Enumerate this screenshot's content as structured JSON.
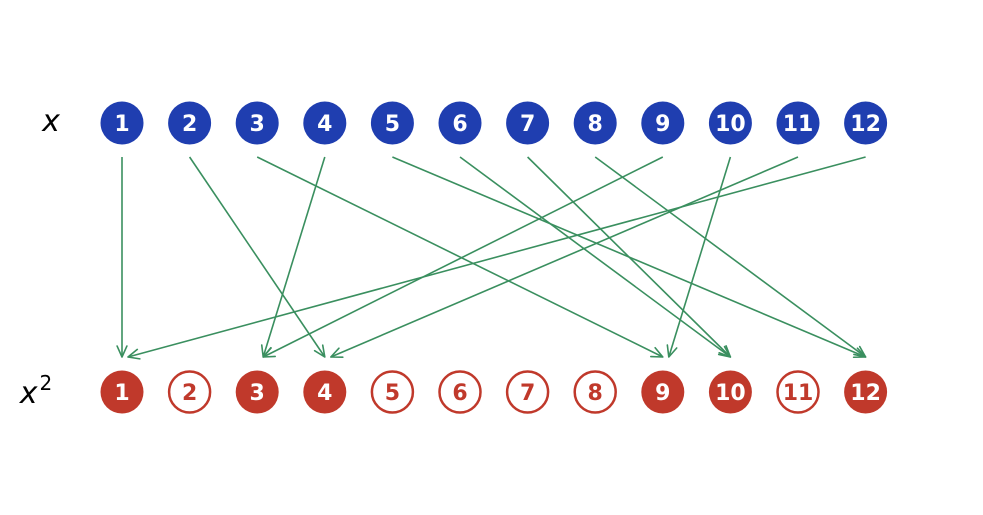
{
  "rows": {
    "top": {
      "label": "x",
      "nodes": [
        "1",
        "2",
        "3",
        "4",
        "5",
        "6",
        "7",
        "8",
        "9",
        "10",
        "11",
        "12"
      ]
    },
    "bottom": {
      "label_base": "x",
      "label_sup": "2",
      "nodes": [
        {
          "label": "1",
          "filled": true
        },
        {
          "label": "2",
          "filled": false
        },
        {
          "label": "3",
          "filled": true
        },
        {
          "label": "4",
          "filled": true
        },
        {
          "label": "5",
          "filled": false
        },
        {
          "label": "6",
          "filled": false
        },
        {
          "label": "7",
          "filled": false
        },
        {
          "label": "8",
          "filled": false
        },
        {
          "label": "9",
          "filled": true
        },
        {
          "label": "10",
          "filled": true
        },
        {
          "label": "11",
          "filled": false
        },
        {
          "label": "12",
          "filled": true
        }
      ]
    }
  },
  "edges": [
    {
      "from": 1,
      "to": 1
    },
    {
      "from": 2,
      "to": 4
    },
    {
      "from": 3,
      "to": 9
    },
    {
      "from": 4,
      "to": 3
    },
    {
      "from": 5,
      "to": 12
    },
    {
      "from": 6,
      "to": 10
    },
    {
      "from": 7,
      "to": 10
    },
    {
      "from": 8,
      "to": 12
    },
    {
      "from": 9,
      "to": 3
    },
    {
      "from": 10,
      "to": 9
    },
    {
      "from": 11,
      "to": 4
    },
    {
      "from": 12,
      "to": 1
    }
  ],
  "colors": {
    "top_node_fill": "#1f3eb0",
    "top_node_text": "#ffffff",
    "bottom_node_color": "#c0392b",
    "bottom_filled_text": "#ffffff",
    "bottom_background": "#ffffff",
    "edge": "#3a8f5f"
  }
}
